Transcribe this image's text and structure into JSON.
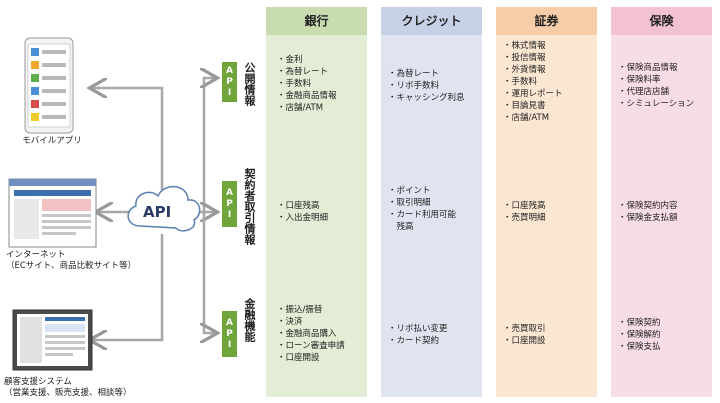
{
  "columns": [
    {
      "label": "銀行",
      "color": "#e3ecd4"
    },
    {
      "label": "クレジット",
      "color": "#dfe4f0"
    },
    {
      "label": "証券",
      "color": "#fbe6d2"
    },
    {
      "label": "保険",
      "color": "#f8dde5"
    }
  ],
  "api_label": "API",
  "api_badge": "API",
  "api_color": "#6fa53a",
  "categories": [
    {
      "label": "公開情報"
    },
    {
      "label": "契約者取引情報"
    },
    {
      "label": "金融機能"
    }
  ],
  "clients": [
    {
      "name": "mobile-app",
      "label": "モバイルアプリ"
    },
    {
      "name": "internet",
      "label_line1": "インターネット",
      "label_line2": "（ECサイト、商品比較サイト等）"
    },
    {
      "name": "crm",
      "label_line1": "顧客支援システム",
      "label_line2": "（営業支援、販売支援、相談等）"
    }
  ],
  "cells": {
    "public": {
      "bank": [
        "・金利",
        "・為替レート",
        "・手数料",
        "・金融商品情報",
        "・店舗/ATM"
      ],
      "credit": [
        "・為替レート",
        "・リボ手数料",
        "・キャッシング利息"
      ],
      "securities": [
        "・株式情報",
        "・投信情報",
        "・外貨情報",
        "・手数料",
        "・運用レポート",
        "・目論見書",
        "・店舗/ATM"
      ],
      "insurance": [
        "・保険商品情報",
        "・保険料率",
        "・代理店店舗",
        "・シミュレーション"
      ]
    },
    "contract": {
      "bank": [
        "・口座残高",
        "・入出金明細"
      ],
      "credit": [
        "・ポイント",
        "・取引明細",
        "・カード利用可能",
        "　残高"
      ],
      "securities": [
        "・口座残高",
        "・売買明細"
      ],
      "insurance": [
        "・保険契約内容",
        "・保険金支払額"
      ]
    },
    "functions": {
      "bank": [
        "・振込/振替",
        "・決済",
        "・金融商品購入",
        "・ローン審査申請",
        "・口座開設"
      ],
      "credit": [
        "・リボ払い変更",
        "・カード契約"
      ],
      "securities": [
        "・売買取引",
        "・口座開設"
      ],
      "insurance": [
        "・保険契約",
        "・保険解約",
        "・保険支払"
      ]
    }
  }
}
